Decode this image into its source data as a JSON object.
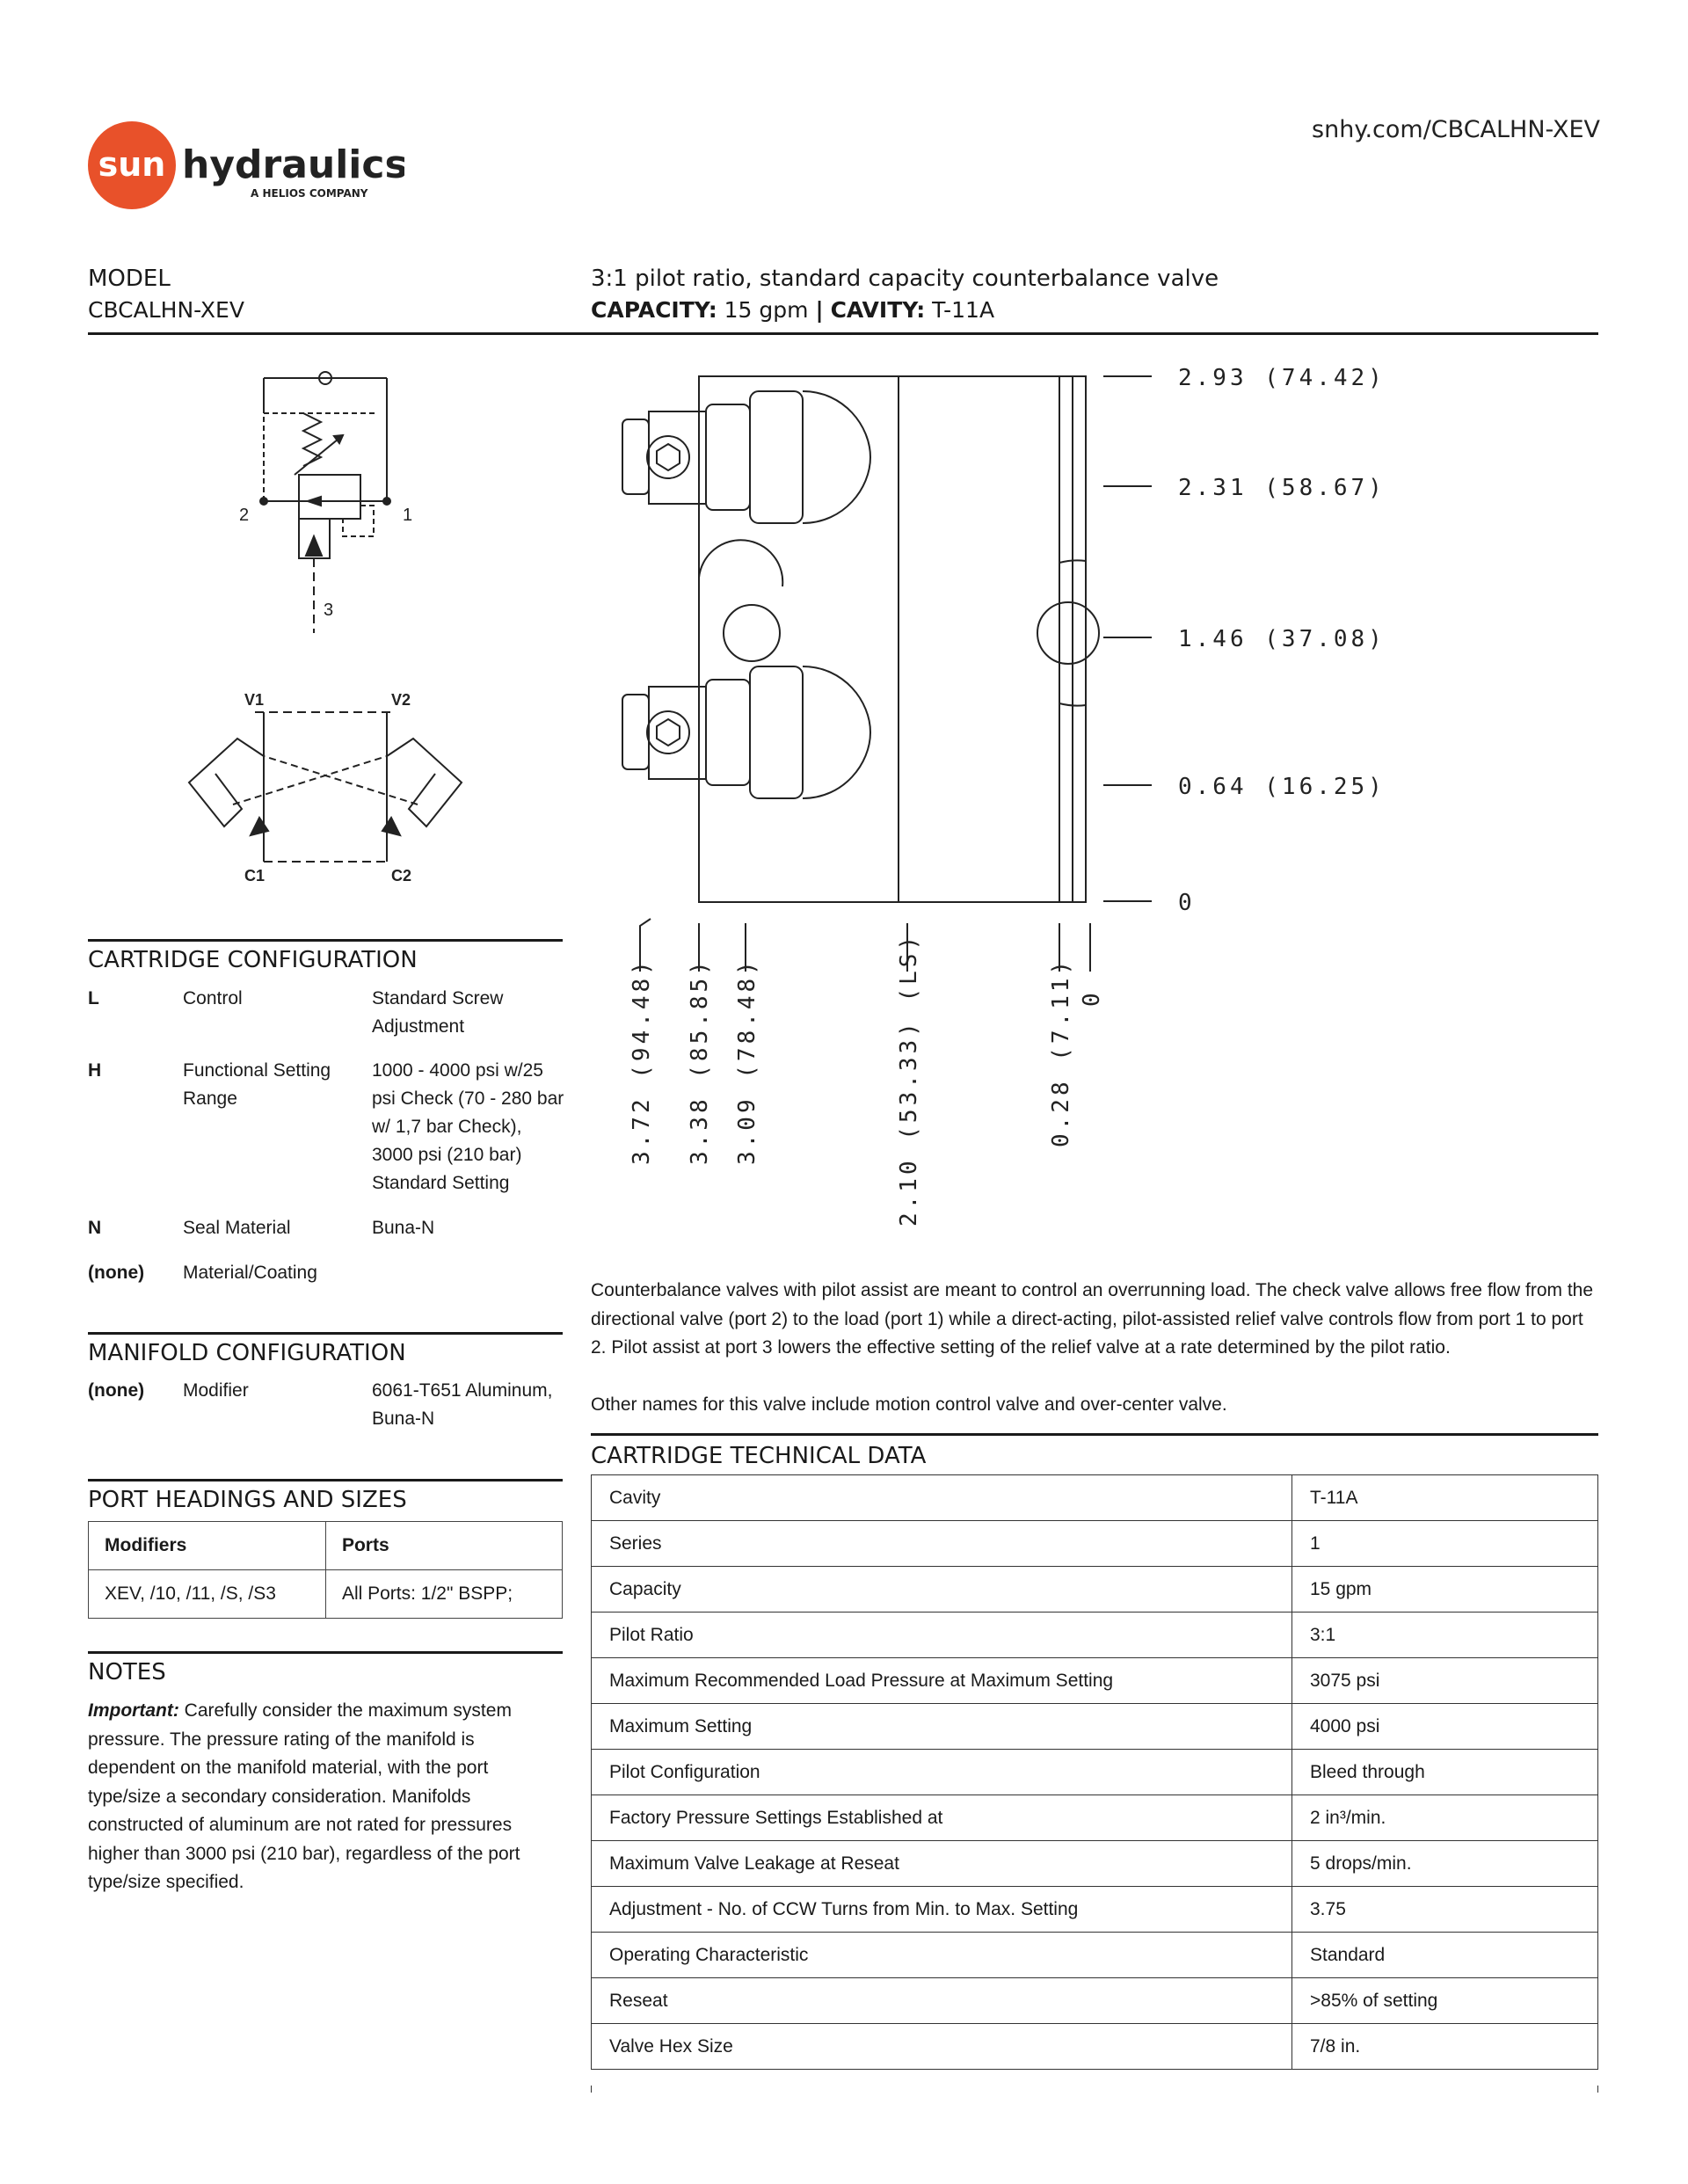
{
  "header": {
    "logo_sun": "sun",
    "logo_hydraulics": "hydraulics",
    "logo_tagline": "A HELIOS COMPANY",
    "url": "snhy.com/CBCALHN-XEV"
  },
  "model": {
    "label": "MODEL",
    "value": "CBCALHN-XEV"
  },
  "description": {
    "title": "3:1 pilot ratio, standard capacity counterbalance valve",
    "capacity_label": "CAPACITY:",
    "capacity_value": "15 gpm",
    "separator": "|",
    "cavity_label": "CAVITY:",
    "cavity_value": "T-11A"
  },
  "schematic": {
    "port2": "2",
    "port1": "1",
    "port3": "3",
    "v1": "V1",
    "v2": "V2",
    "c1": "C1",
    "c2": "C2"
  },
  "dimensions": {
    "right": [
      "2.93 (74.42)",
      "2.31 (58.67)",
      "1.46 (37.08)",
      "0.64 (16.25)",
      "0"
    ],
    "bottom": [
      "3.72 (94.48)",
      "3.38 (85.85)",
      "3.09 (78.48)",
      "2.10 (53.33) (LS)",
      "0.28 (7.11)",
      "0"
    ]
  },
  "cartridge_configuration": {
    "title": "CARTRIDGE CONFIGURATION",
    "rows": [
      {
        "code": "L",
        "name": "Control",
        "value": "Standard Screw Adjustment"
      },
      {
        "code": "H",
        "name": "Functional Setting Range",
        "value": "1000 - 4000 psi w/25 psi Check (70 - 280 bar w/ 1,7 bar Check), 3000 psi (210 bar) Standard Setting"
      },
      {
        "code": "N",
        "name": "Seal Material",
        "value": "Buna-N"
      },
      {
        "code": "(none)",
        "name": "Material/Coating",
        "value": ""
      }
    ]
  },
  "manifold_configuration": {
    "title": "MANIFOLD CONFIGURATION",
    "rows": [
      {
        "code": "(none)",
        "name": "Modifier",
        "value": "6061-T651 Aluminum, Buna-N"
      }
    ]
  },
  "port_headings": {
    "title": "PORT HEADINGS AND SIZES",
    "col_modifiers": "Modifiers",
    "col_ports": "Ports",
    "row_modifiers": "XEV, /10, /11, /S, /S3",
    "row_ports": "All Ports: 1/2\" BSPP;"
  },
  "notes": {
    "title": "NOTES",
    "important_label": "Important:",
    "text": " Carefully consider the maximum system pressure. The pressure rating of the manifold is dependent on the manifold material, with the port type/size a secondary consideration. Manifolds constructed of aluminum are not rated for pressures higher than 3000 psi (210 bar), regardless of the port type/size specified."
  },
  "body_text": {
    "p1": "Counterbalance valves with pilot assist are meant to control an overrunning load. The check valve allows free flow from the directional valve (port 2) to the load (port 1) while a direct-acting, pilot-assisted relief valve controls flow from port 1 to port 2. Pilot assist at port 3 lowers the effective setting of the relief valve at a rate determined by the pilot ratio.",
    "p2": "Other names for this valve include motion control valve and over-center valve."
  },
  "technical_data": {
    "title": "CARTRIDGE TECHNICAL DATA",
    "rows": [
      {
        "label": "Cavity",
        "value": "T-11A"
      },
      {
        "label": "Series",
        "value": "1"
      },
      {
        "label": "Capacity",
        "value": "15 gpm"
      },
      {
        "label": "Pilot Ratio",
        "value": "3:1"
      },
      {
        "label": "Maximum Recommended Load Pressure at Maximum Setting",
        "value": "3075 psi"
      },
      {
        "label": "Maximum Setting",
        "value": "4000 psi"
      },
      {
        "label": "Pilot Configuration",
        "value": "Bleed through"
      },
      {
        "label": "Factory Pressure Settings Established at",
        "value": "2 in³/min."
      },
      {
        "label": "Maximum Valve Leakage at Reseat",
        "value": "5 drops/min."
      },
      {
        "label": "Adjustment - No. of CCW Turns from Min. to Max. Setting",
        "value": "3.75"
      },
      {
        "label": "Operating Characteristic",
        "value": "Standard"
      },
      {
        "label": "Reseat",
        "value": ">85% of setting"
      },
      {
        "label": "Valve Hex Size",
        "value": "7/8 in."
      }
    ]
  },
  "colors": {
    "brand_orange": "#e8512a",
    "text": "#1a1a1a"
  }
}
